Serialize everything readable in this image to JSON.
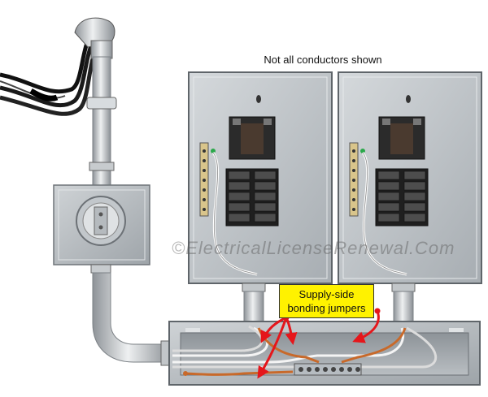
{
  "caption": "Not all conductors shown",
  "callout": {
    "line1": "Supply-side",
    "line2": "bonding jumpers"
  },
  "watermark": "©ElectricalLicenseRenewal.Com",
  "colors": {
    "panel": "#b9bfc4",
    "conduit": "#c9cdd0",
    "callout_fill": "#fff200",
    "arrow": "#e5161b",
    "bonding_jumper": "#c8692a"
  }
}
